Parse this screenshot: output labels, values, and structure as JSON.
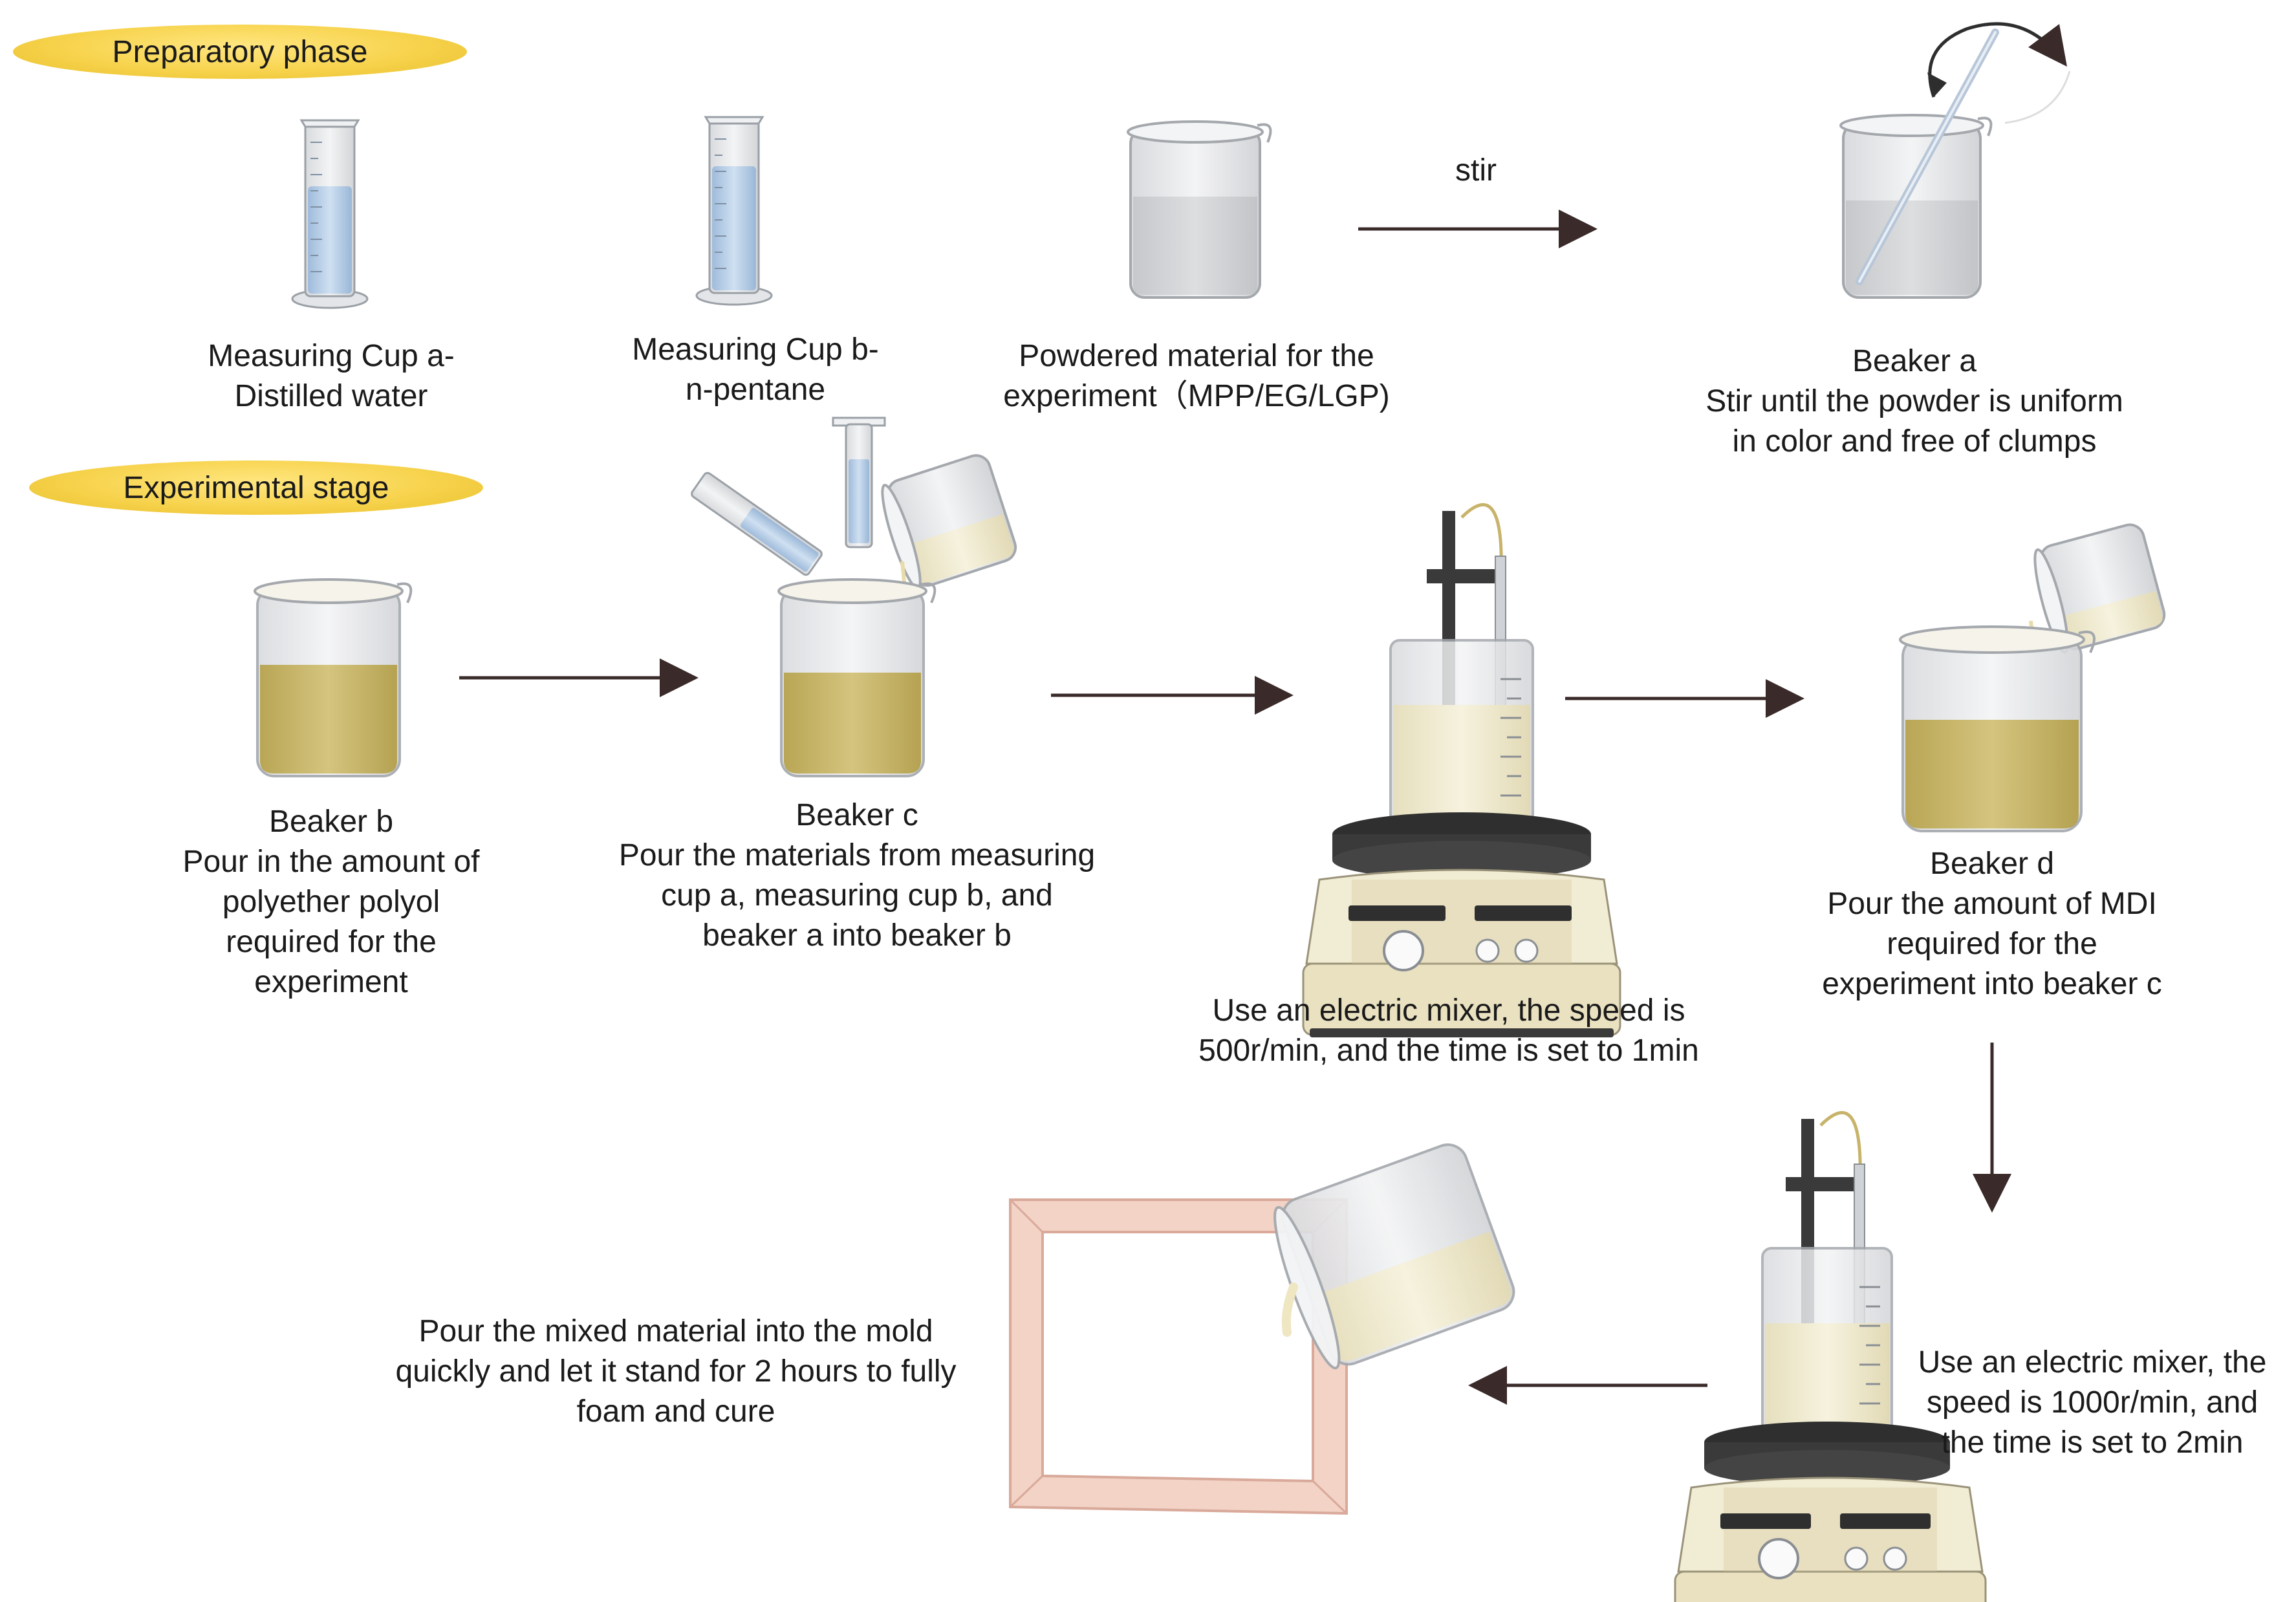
{
  "phases": {
    "preparatory": "Preparatory phase",
    "experimental": "Experimental stage"
  },
  "arrow_labels": {
    "stir": "stir"
  },
  "steps": {
    "cup_a": {
      "lines": [
        "Measuring Cup a-",
        "Distilled water"
      ]
    },
    "cup_b": {
      "lines": [
        "Measuring Cup b-",
        "n-pentane"
      ]
    },
    "powder": {
      "lines": [
        "Powdered material for the",
        "experiment（MPP/EG/LGP)"
      ]
    },
    "beaker_a": {
      "lines": [
        "Beaker a",
        "Stir until the powder is uniform",
        "in color and free of clumps"
      ]
    },
    "beaker_b": {
      "lines": [
        "Beaker b",
        "Pour in the amount of",
        "polyether polyol",
        "required for the",
        "experiment"
      ]
    },
    "beaker_c": {
      "lines": [
        "Beaker c",
        "Pour the materials from measuring",
        "cup a, measuring cup b, and",
        "beaker a into beaker b"
      ]
    },
    "mixer_1": {
      "lines": [
        "Use an electric mixer, the speed is",
        "500r/min, and the time is set to 1min"
      ]
    },
    "beaker_d": {
      "lines": [
        "Beaker d",
        "Pour the amount of MDI",
        "required for the",
        "experiment into beaker c"
      ]
    },
    "mixer_2": {
      "lines": [
        "Use an electric mixer, the",
        "speed is 1000r/min, and",
        "the time is set to 2min"
      ]
    },
    "mold": {
      "lines": [
        "Pour the mixed material into the mold",
        "quickly and let it stand for 2 hours to fully",
        "foam and cure"
      ]
    }
  },
  "colors": {
    "phase_badge": "#f7d34d",
    "water": "#bcd2ea",
    "polyol": "#c9b86a",
    "mixture": "#f0ead0",
    "mold": "#f2d3c6",
    "mold_edge": "#d9a99a",
    "mixer_body": "#efe9cf",
    "arrow": "#3a2a2a"
  }
}
